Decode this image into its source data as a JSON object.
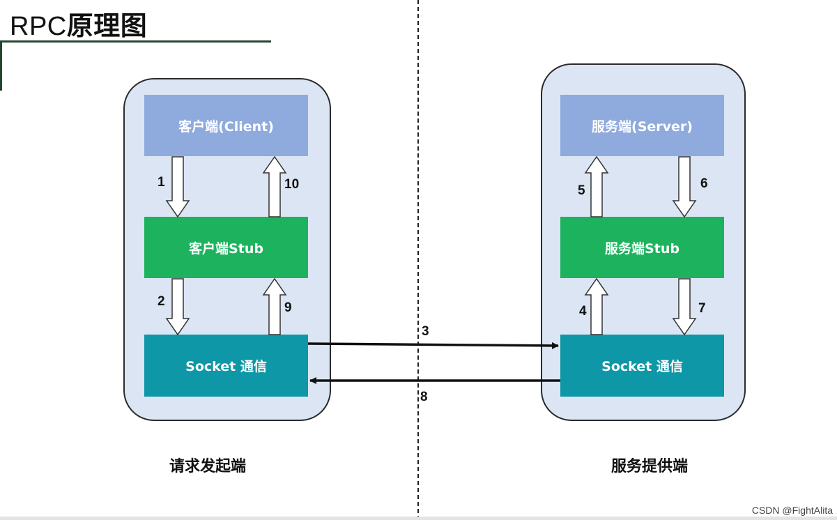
{
  "title": {
    "latin": "RPC",
    "cjk": "原理图"
  },
  "client": {
    "top_label": "客户端(Client)",
    "stub_label": "客户端Stub",
    "socket_label": "Socket 通信",
    "side_label": "请求发起端"
  },
  "server": {
    "top_label": "服务端(Server)",
    "stub_label": "服务端Stub",
    "socket_label": "Socket 通信",
    "side_label": "服务提供端"
  },
  "steps": {
    "s1": "1",
    "s2": "2",
    "s3": "3",
    "s4": "4",
    "s5": "5",
    "s6": "6",
    "s7": "7",
    "s8": "8",
    "s9": "9",
    "s10": "10"
  },
  "watermark": "CSDN @FightAlita",
  "colors": {
    "panel": "#dbe5f3",
    "top_block": "#8faadc",
    "stub_block": "#1db35e",
    "socket_block": "#0e97a6",
    "title_rule": "#24452f"
  }
}
